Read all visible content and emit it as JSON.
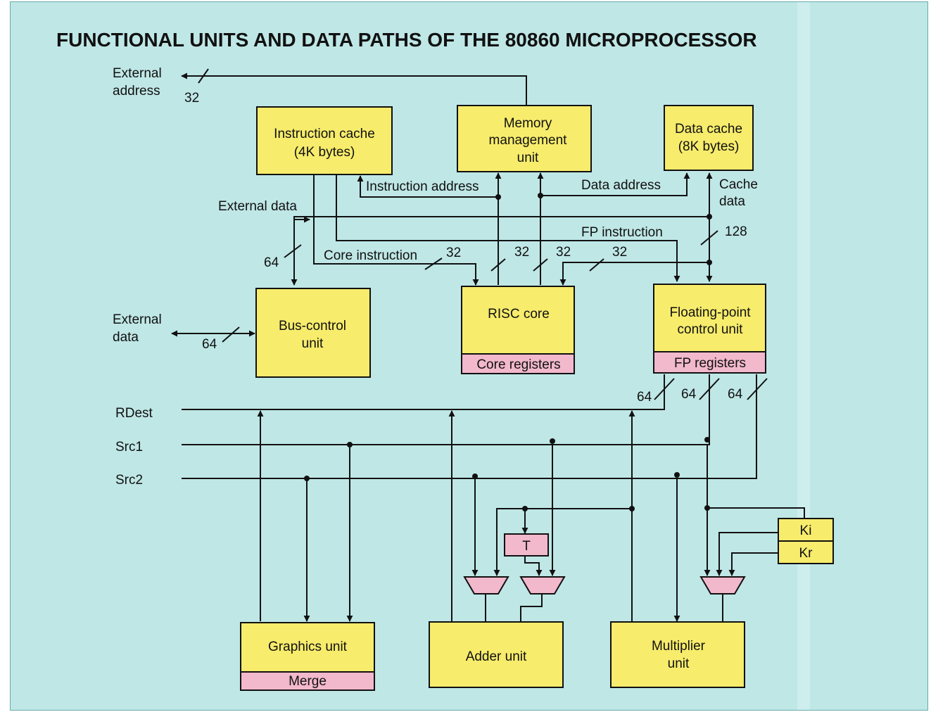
{
  "title": "FUNCTIONAL UNITS AND DATA PATHS OF THE 80860 MICROPROCESSOR",
  "colors": {
    "background": "#bfe7e6",
    "unit_box": "#f7ec6c",
    "register_box": "#f2b8cc",
    "line": "#111111"
  },
  "units": {
    "instruction_cache": [
      "Instruction cache",
      "(4K bytes)"
    ],
    "mmu": [
      "Memory",
      "management",
      "unit"
    ],
    "data_cache": [
      "Data cache",
      "(8K bytes)"
    ],
    "bus_control": [
      "Bus-control",
      "unit"
    ],
    "risc_core": "RISC core",
    "core_registers": "Core registers",
    "fp_control": [
      "Floating-point",
      "control unit"
    ],
    "fp_registers": "FP registers",
    "graphics": "Graphics unit",
    "merge": "Merge",
    "adder": "Adder unit",
    "multiplier": [
      "Multiplier",
      "unit"
    ],
    "t_register": "T",
    "ki": "Ki",
    "kr": "Kr"
  },
  "labels": {
    "external_address": [
      "External",
      "address"
    ],
    "external_data_left": [
      "External",
      "data"
    ],
    "external_data_top": "External data",
    "instruction_address": "Instruction address",
    "data_address": "Data address",
    "cache_data": [
      "Cache",
      "data"
    ],
    "fp_instruction": "FP instruction",
    "core_instruction": "Core instruction",
    "rdest": "RDest",
    "src1": "Src1",
    "src2": "Src2"
  },
  "bus_widths": {
    "external_address": "32",
    "core_instruction": "32",
    "instruction_address": "32",
    "data_address": "32",
    "fp_to_core": "32",
    "cache_data": "128",
    "bus_control_top": "64",
    "external_data": "64",
    "fp_reg_1": "64",
    "fp_reg_2": "64",
    "fp_reg_3": "64"
  }
}
